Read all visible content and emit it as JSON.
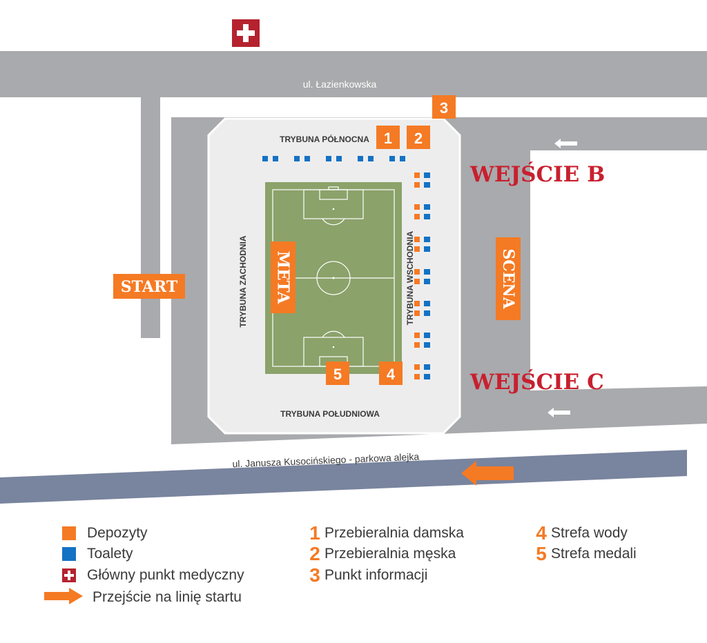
{
  "streets": {
    "north": "ul. Łazienkowska",
    "south": "ul. Janusza Kusocińskiego - parkowa alejka"
  },
  "stands": {
    "north": "TRYBUNA PÓŁNOCNA",
    "south": "TRYBUNA POŁUDNIOWA",
    "west": "TRYBUNA ZACHODNIA",
    "east": "TRYBUNA WSCHODNIA"
  },
  "labels": {
    "start": "START",
    "meta": "META",
    "scena": "SCENA",
    "entrance_b": "WEJŚCIE B",
    "entrance_c": "WEJŚCIE C"
  },
  "markers": {
    "m1": "1",
    "m2": "2",
    "m3": "3",
    "m4": "4",
    "m5": "5"
  },
  "legend": {
    "deposits": "Depozyty",
    "toilets": "Toalety",
    "medical": "Główny punkt medyczny",
    "start_path": "Przejście na linię startu",
    "n1": "1",
    "l1": "Przebieralnia damska",
    "n2": "2",
    "l2": "Przebieralnia męska",
    "n3": "3",
    "l3": "Punkt informacji",
    "n4": "4",
    "l4": "Strefa wody",
    "n5": "5",
    "l5": "Strefa medali"
  },
  "colors": {
    "orange": "#f57a24",
    "blue": "#1472c4",
    "red": "#c8202f",
    "road_gray": "#a9aaad",
    "road_blue": "#79849e",
    "pitch_green": "#8ba26a",
    "stadium": "#ededee"
  },
  "icons": {
    "medical": "medical-cross-icon",
    "arrow_left": "arrow-left-icon",
    "arrow_orange": "arrow-left-orange-icon"
  }
}
